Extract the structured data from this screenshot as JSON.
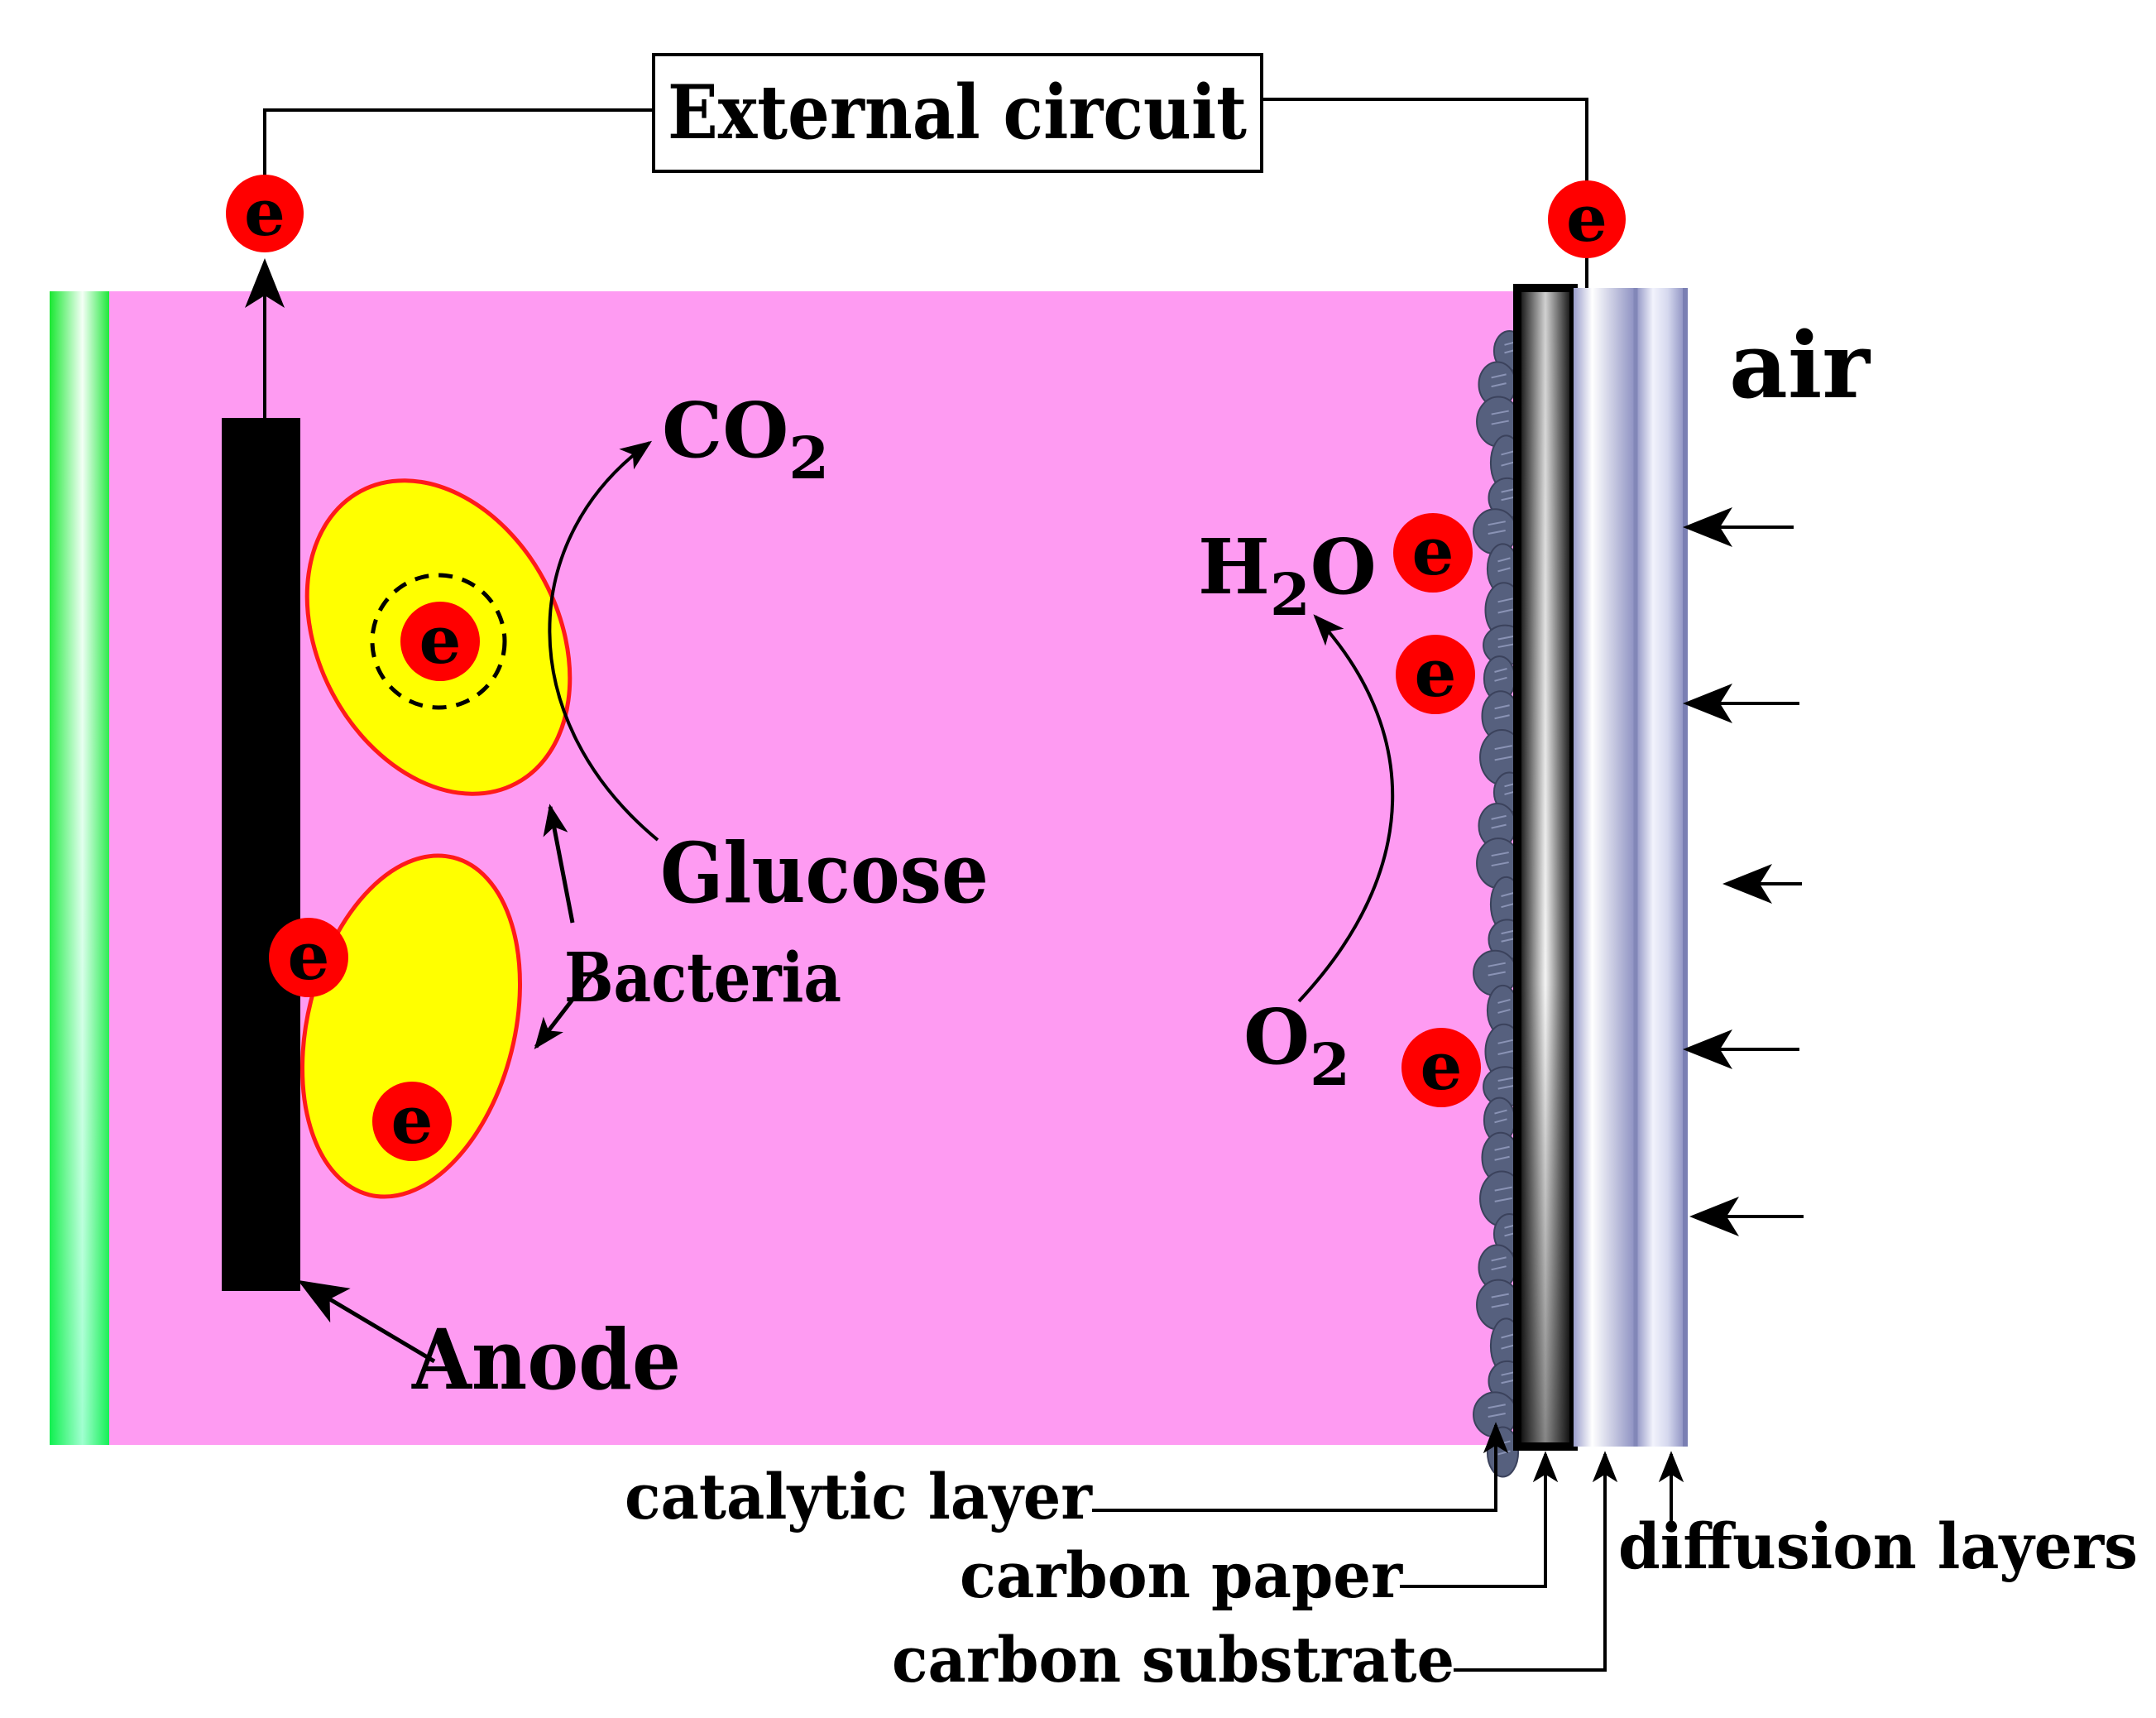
{
  "diagram": {
    "external_circuit": "External circuit",
    "electron": "e",
    "air": "air",
    "co2": {
      "base": "CO",
      "sub": "2"
    },
    "h2o": {
      "base": "H",
      "sub": "2",
      "tail": "O"
    },
    "o2": {
      "base": "O",
      "sub": "2"
    },
    "glucose": "Glucose",
    "bacteria": "Bacteria",
    "anode": "Anode",
    "catalytic_layer": "catalytic layer",
    "carbon_paper": "carbon paper",
    "carbon_substrate": "carbon substrate",
    "diffusion_layers": "diffusion layers"
  },
  "colors": {
    "electrolyte": "#fe9bf2",
    "membrane": "#19ee36",
    "anode": "#000000",
    "bacteria_fill": "#ffff00",
    "bacteria_outline": "#ff1a1a",
    "electron": "#ff0000",
    "catalyst": "#56607e",
    "diffusion_layer": "#c6c9e6"
  }
}
